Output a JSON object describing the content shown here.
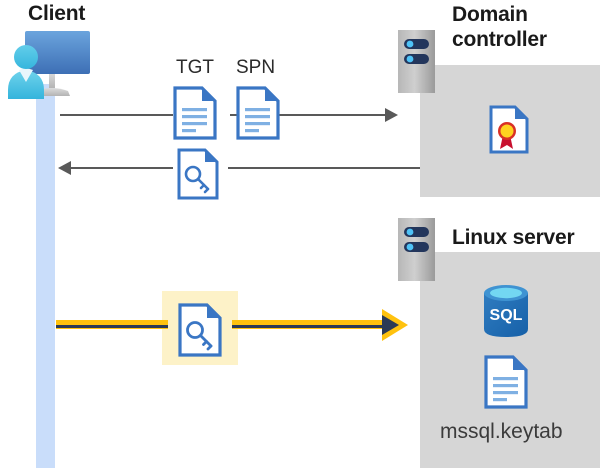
{
  "diagram": {
    "title": "Kerberos authentication flow between client, domain controller and Linux server",
    "type": "sequence-diagram"
  },
  "actors": {
    "client": {
      "label": "Client",
      "icon": "user-at-computer-icon",
      "lifeline_color": "#c9ddfa"
    },
    "domain_controller": {
      "label_line1": "Domain",
      "label_line2": "controller",
      "icon": "server-icon",
      "panel_color": "#d6d6d6",
      "contents": [
        {
          "icon": "certificate-document-icon",
          "label": ""
        }
      ]
    },
    "linux_server": {
      "label": "Linux server",
      "icon": "server-icon",
      "panel_color": "#d6d6d6",
      "contents": [
        {
          "icon": "sql-database-icon",
          "label": "SQL"
        },
        {
          "icon": "document-icon",
          "label": "mssql.keytab"
        }
      ]
    }
  },
  "messages": [
    {
      "id": "request",
      "direction": "client-to-domain-controller",
      "line_color": "#595959",
      "artifacts": [
        {
          "label": "TGT",
          "icon": "document-icon"
        },
        {
          "label": "SPN",
          "icon": "document-icon"
        }
      ]
    },
    {
      "id": "response",
      "direction": "domain-controller-to-client",
      "line_color": "#595959",
      "artifacts": [
        {
          "label": "",
          "icon": "key-document-icon"
        }
      ]
    },
    {
      "id": "ticket-presentation",
      "direction": "client-to-linux-server",
      "line_color": "#ffc20e",
      "line_core_color": "#2b3a55",
      "highlight_color": "#fdf2c8",
      "artifacts": [
        {
          "label": "",
          "icon": "key-document-icon"
        }
      ]
    }
  ],
  "labels": {
    "tgt": "TGT",
    "spn": "SPN",
    "sql": "SQL",
    "keytab_file": "mssql.keytab"
  },
  "colors": {
    "panel_gray": "#d6d6d6",
    "line_gray": "#595959",
    "accent_yellow": "#ffc20e",
    "highlight_yellow": "#fdf2c8",
    "doc_blue": "#3a76c4",
    "lifeline_blue": "#c9ddfa",
    "navy": "#2b3a55",
    "title_black": "#1a1a1a"
  }
}
